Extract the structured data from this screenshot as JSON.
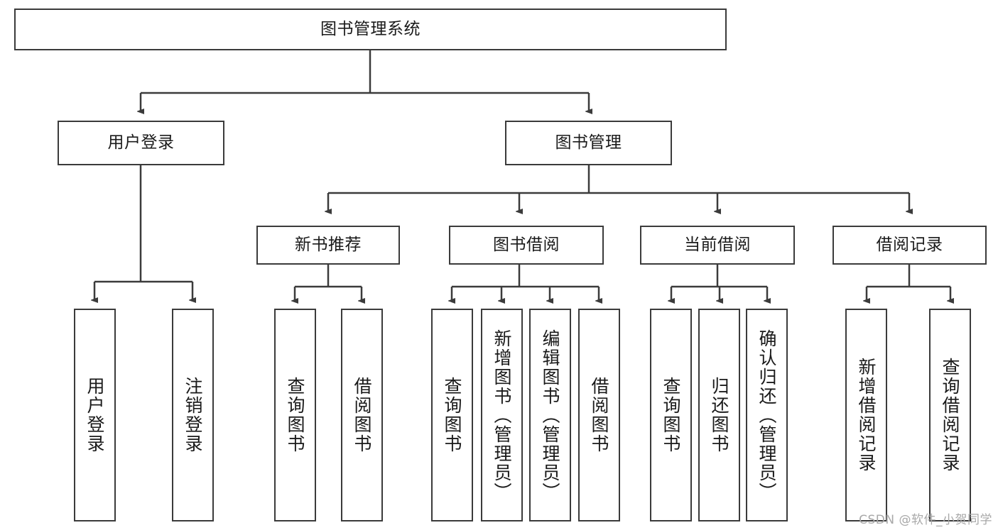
{
  "diagram": {
    "title": "图书管理系统",
    "type": "tree-hierarchy",
    "watermark": "CSDN @软件_小贺同学",
    "style": {
      "border_color": "#3b3b3b",
      "background": "#ffffff",
      "text_color": "#1a1a1a",
      "watermark_color": "#a8a8a8"
    },
    "levels": {
      "root": {
        "label": "图书管理系统"
      },
      "level2": [
        {
          "label": "用户登录"
        },
        {
          "label": "图书管理"
        }
      ],
      "level3": [
        {
          "label": "新书推荐"
        },
        {
          "label": "图书借阅"
        },
        {
          "label": "当前借阅"
        },
        {
          "label": "借阅记录"
        }
      ],
      "leaves": [
        {
          "label": "用户登录",
          "parent": "用户登录"
        },
        {
          "label": "注销登录",
          "parent": "用户登录"
        },
        {
          "label": "查询图书",
          "parent": "新书推荐"
        },
        {
          "label": "借阅图书",
          "parent": "新书推荐"
        },
        {
          "label": "查询图书",
          "parent": "图书借阅"
        },
        {
          "label": "新增图书（管理员）",
          "parent": "图书借阅"
        },
        {
          "label": "编辑图书（管理员）",
          "parent": "图书借阅"
        },
        {
          "label": "借阅图书",
          "parent": "图书借阅"
        },
        {
          "label": "查询图书",
          "parent": "当前借阅"
        },
        {
          "label": "归还图书",
          "parent": "当前借阅"
        },
        {
          "label": "确认归还（管理员）",
          "parent": "当前借阅"
        },
        {
          "label": "新增借阅记录",
          "parent": "借阅记录"
        },
        {
          "label": "查询借阅记录",
          "parent": "借阅记录"
        }
      ]
    }
  }
}
